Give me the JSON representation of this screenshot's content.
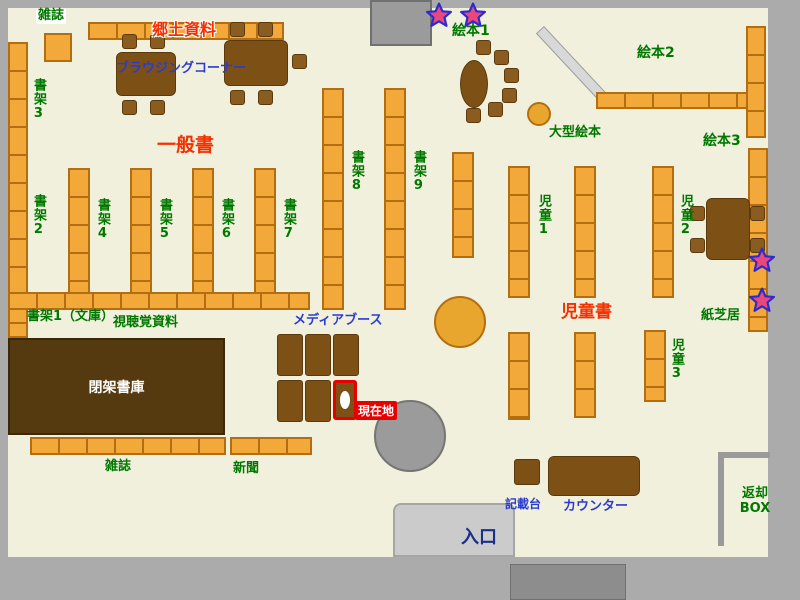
{
  "title": "library-floor-map",
  "colors": {
    "floor": "#f1f0dc",
    "wall": "#ababab",
    "shelf": "#f3a83a",
    "shelf_border": "#b26e10",
    "furniture": "#7d5115",
    "closed_stacks_bg": "#553a10",
    "label_green": "#007800",
    "label_red": "#f33000",
    "label_blue": "#2b3bd0",
    "entrance_navy": "#1a2f8a",
    "current_location_bg": "#e60000",
    "star_fill": "#e8487a",
    "star_stroke": "#2b2bd0"
  },
  "labels": {
    "magazines_top": "雑誌",
    "local_materials": "郷土資料",
    "shelf_3": "書架3",
    "shelf_2": "書架2",
    "browsing_corner": "ブラウジングコーナー",
    "general_books": "一般書",
    "shelf_4": "書架4",
    "shelf_5": "書架5",
    "shelf_6": "書架6",
    "shelf_7": "書架7",
    "shelf_8": "書架8",
    "shelf_9": "書架9",
    "picture_book_1": "絵本1",
    "picture_book_2": "絵本2",
    "picture_book_3": "絵本3",
    "large_picture_book": "大型絵本",
    "children_1": "児童1",
    "children_2": "児童2",
    "children_3": "児童3",
    "children_books": "児童書",
    "kamishibai": "紙芝居",
    "shelf_1_bunko": "書架1（文庫）",
    "audio_visual": "視聴覚資料",
    "media_booth": "メディアブース",
    "current_location": "現在地",
    "closed_stacks": "閉架書庫",
    "magazines_bottom": "雑誌",
    "newspapers": "新聞",
    "writing_desk": "記載台",
    "counter": "カウンター",
    "entrance": "入口",
    "return_box_line1": "返却",
    "return_box_line2": "BOX"
  }
}
